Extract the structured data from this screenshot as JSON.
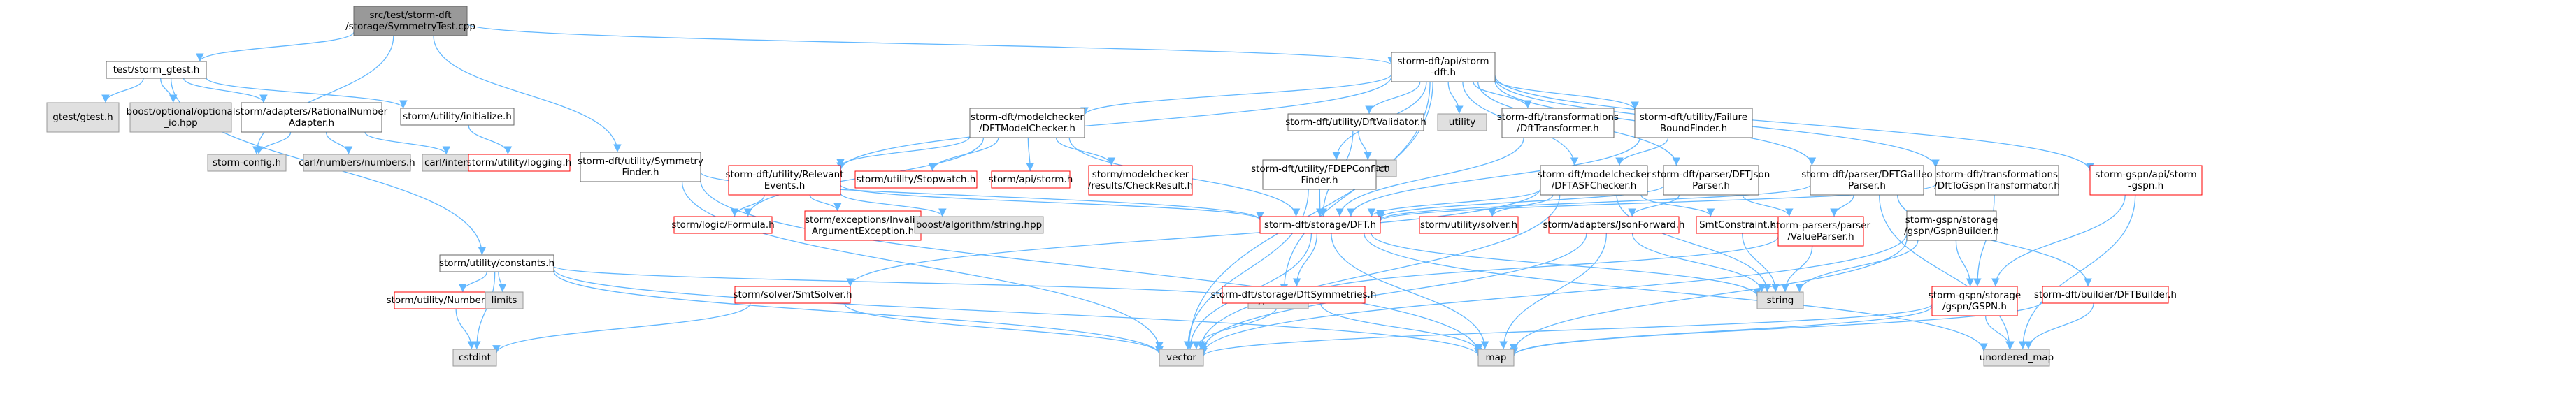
{
  "graph": {
    "colors": {
      "root_fill": "#999999",
      "box_fill": "#ffffff",
      "box_stroke": "#666666",
      "ext_fill": "#e0e0e0",
      "ext_stroke": "#999999",
      "missing_stroke": "#ff0000",
      "edge": "#63b8ff"
    },
    "nodes": [
      {
        "id": "n0",
        "kind": "root",
        "lines": [
          "src/test/storm-dft",
          "/storage/SymmetryTest.cpp"
        ]
      },
      {
        "id": "n1",
        "kind": "box",
        "lines": [
          "test/storm_gtest.h"
        ]
      },
      {
        "id": "n2",
        "kind": "ext",
        "lines": [
          "gtest/gtest.h"
        ]
      },
      {
        "id": "n3",
        "kind": "ext",
        "lines": [
          "boost/optional/optional",
          "_io.hpp"
        ]
      },
      {
        "id": "n4",
        "kind": "box",
        "lines": [
          "storm/adapters/RationalNumber",
          "Adapter.h"
        ]
      },
      {
        "id": "n5",
        "kind": "ext",
        "lines": [
          "storm-config.h"
        ]
      },
      {
        "id": "n6",
        "kind": "ext",
        "lines": [
          "carl/numbers/numbers.h"
        ]
      },
      {
        "id": "n7",
        "kind": "ext",
        "lines": [
          "carl/interval/Interval.h"
        ]
      },
      {
        "id": "n8",
        "kind": "box",
        "lines": [
          "storm/utility/initialize.h"
        ]
      },
      {
        "id": "n9",
        "kind": "missing",
        "lines": [
          "storm/utility/logging.h"
        ]
      },
      {
        "id": "n10",
        "kind": "box",
        "lines": [
          "storm/utility/constants.h"
        ]
      },
      {
        "id": "n11",
        "kind": "missing",
        "lines": [
          "storm/utility/NumberTraits.h"
        ]
      },
      {
        "id": "n12",
        "kind": "ext",
        "lines": [
          "limits"
        ]
      },
      {
        "id": "n13",
        "kind": "ext",
        "lines": [
          "cstdint"
        ]
      },
      {
        "id": "n14",
        "kind": "ext",
        "lines": [
          "vector"
        ]
      },
      {
        "id": "n15",
        "kind": "ext",
        "lines": [
          "map"
        ]
      },
      {
        "id": "n16",
        "kind": "ext",
        "lines": [
          "type_traits"
        ]
      },
      {
        "id": "n17",
        "kind": "box",
        "lines": [
          "storm-dft/utility/Symmetry",
          "Finder.h"
        ]
      },
      {
        "id": "n18",
        "kind": "box",
        "lines": [
          "storm-dft/api/storm",
          "-dft.h"
        ]
      },
      {
        "id": "n19",
        "kind": "box",
        "lines": [
          "storm-dft/modelchecker",
          "/DFTModelChecker.h"
        ]
      },
      {
        "id": "n20",
        "kind": "missing",
        "lines": [
          "storm-dft/utility/Relevant",
          "Events.h"
        ]
      },
      {
        "id": "n21",
        "kind": "missing",
        "lines": [
          "storm/utility/Stopwatch.h"
        ]
      },
      {
        "id": "n22",
        "kind": "missing",
        "lines": [
          "storm/api/storm.h"
        ]
      },
      {
        "id": "n23",
        "kind": "missing",
        "lines": [
          "storm/modelchecker",
          "/results/CheckResult.h"
        ]
      },
      {
        "id": "n24",
        "kind": "box",
        "lines": [
          "storm-dft/utility/DftValidator.h"
        ]
      },
      {
        "id": "n25",
        "kind": "ext",
        "lines": [
          "ostream"
        ]
      },
      {
        "id": "n26",
        "kind": "ext",
        "lines": [
          "utility"
        ]
      },
      {
        "id": "n27",
        "kind": "box",
        "lines": [
          "storm-dft/transformations",
          "/DftTransformer.h"
        ]
      },
      {
        "id": "n28",
        "kind": "box",
        "lines": [
          "storm-dft/utility/Failure",
          "BoundFinder.h"
        ]
      },
      {
        "id": "n29",
        "kind": "box",
        "lines": [
          "storm-dft/utility/FDEPConflict",
          "Finder.h"
        ]
      },
      {
        "id": "n30",
        "kind": "box",
        "lines": [
          "storm-dft/modelchecker",
          "/DFTASFChecker.h"
        ]
      },
      {
        "id": "n31",
        "kind": "box",
        "lines": [
          "storm-dft/parser/DFTJson",
          "Parser.h"
        ]
      },
      {
        "id": "n32",
        "kind": "box",
        "lines": [
          "storm-dft/parser/DFTGalileo",
          "Parser.h"
        ]
      },
      {
        "id": "n33",
        "kind": "box",
        "lines": [
          "storm-dft/transformations",
          "/DftToGspnTransformator.h"
        ]
      },
      {
        "id": "n34",
        "kind": "missing",
        "lines": [
          "storm-gspn/api/storm",
          "-gspn.h"
        ]
      },
      {
        "id": "n35",
        "kind": "missing",
        "lines": [
          "storm/logic/Formula.h"
        ]
      },
      {
        "id": "n36",
        "kind": "missing",
        "lines": [
          "storm/exceptions/Invalid",
          "ArgumentException.h"
        ]
      },
      {
        "id": "n37",
        "kind": "ext",
        "lines": [
          "boost/algorithm/string.hpp"
        ]
      },
      {
        "id": "n38",
        "kind": "missing",
        "lines": [
          "storm-dft/storage/DFT.h"
        ]
      },
      {
        "id": "n39",
        "kind": "missing",
        "lines": [
          "storm/utility/solver.h"
        ]
      },
      {
        "id": "n40",
        "kind": "missing",
        "lines": [
          "storm/adapters/JsonForward.h"
        ]
      },
      {
        "id": "n41",
        "kind": "missing",
        "lines": [
          "SmtConstraint.h"
        ]
      },
      {
        "id": "n42",
        "kind": "missing",
        "lines": [
          "storm-parsers/parser",
          "/ValueParser.h"
        ]
      },
      {
        "id": "n43",
        "kind": "box",
        "lines": [
          "storm-gspn/storage",
          "/gspn/GspnBuilder.h"
        ]
      },
      {
        "id": "n44",
        "kind": "missing",
        "lines": [
          "storm/solver/SmtSolver.h"
        ]
      },
      {
        "id": "n45",
        "kind": "missing",
        "lines": [
          "storm-dft/storage/DftSymmetries.h"
        ]
      },
      {
        "id": "n46",
        "kind": "ext",
        "lines": [
          "string"
        ]
      },
      {
        "id": "n47",
        "kind": "missing",
        "lines": [
          "storm-gspn/storage",
          "/gspn/GSPN.h"
        ]
      },
      {
        "id": "n48",
        "kind": "missing",
        "lines": [
          "storm-dft/builder/DFTBuilder.h"
        ]
      },
      {
        "id": "n49",
        "kind": "ext",
        "lines": [
          "unordered_map"
        ]
      }
    ],
    "edges": [
      [
        "n0",
        "n1"
      ],
      [
        "n0",
        "n5"
      ],
      [
        "n0",
        "n17"
      ],
      [
        "n0",
        "n18"
      ],
      [
        "n1",
        "n2"
      ],
      [
        "n1",
        "n3"
      ],
      [
        "n1",
        "n4"
      ],
      [
        "n1",
        "n8"
      ],
      [
        "n1",
        "n10"
      ],
      [
        "n4",
        "n5"
      ],
      [
        "n4",
        "n6"
      ],
      [
        "n4",
        "n7"
      ],
      [
        "n8",
        "n9"
      ],
      [
        "n10",
        "n11"
      ],
      [
        "n10",
        "n12"
      ],
      [
        "n10",
        "n13"
      ],
      [
        "n10",
        "n14"
      ],
      [
        "n10",
        "n15"
      ],
      [
        "n10",
        "n16"
      ],
      [
        "n11",
        "n13"
      ],
      [
        "n17",
        "n38"
      ],
      [
        "n17",
        "n14"
      ],
      [
        "n17",
        "n15"
      ],
      [
        "n18",
        "n19"
      ],
      [
        "n18",
        "n20"
      ],
      [
        "n18",
        "n24"
      ],
      [
        "n18",
        "n26"
      ],
      [
        "n18",
        "n27"
      ],
      [
        "n18",
        "n28"
      ],
      [
        "n18",
        "n29"
      ],
      [
        "n18",
        "n30"
      ],
      [
        "n18",
        "n31"
      ],
      [
        "n18",
        "n32"
      ],
      [
        "n18",
        "n33"
      ],
      [
        "n18",
        "n34"
      ],
      [
        "n18",
        "n14"
      ],
      [
        "n18",
        "n16"
      ],
      [
        "n19",
        "n20"
      ],
      [
        "n19",
        "n21"
      ],
      [
        "n19",
        "n22"
      ],
      [
        "n19",
        "n23"
      ],
      [
        "n19",
        "n35"
      ],
      [
        "n19",
        "n38"
      ],
      [
        "n20",
        "n35"
      ],
      [
        "n20",
        "n36"
      ],
      [
        "n20",
        "n37"
      ],
      [
        "n20",
        "n38"
      ],
      [
        "n24",
        "n25"
      ],
      [
        "n24",
        "n38"
      ],
      [
        "n27",
        "n38"
      ],
      [
        "n28",
        "n38"
      ],
      [
        "n28",
        "n30"
      ],
      [
        "n29",
        "n38"
      ],
      [
        "n29",
        "n14"
      ],
      [
        "n30",
        "n38"
      ],
      [
        "n30",
        "n39"
      ],
      [
        "n30",
        "n41"
      ],
      [
        "n30",
        "n44"
      ],
      [
        "n30",
        "n46"
      ],
      [
        "n30",
        "n14"
      ],
      [
        "n31",
        "n38"
      ],
      [
        "n31",
        "n40"
      ],
      [
        "n31",
        "n42"
      ],
      [
        "n32",
        "n38"
      ],
      [
        "n32",
        "n42"
      ],
      [
        "n32",
        "n48"
      ],
      [
        "n32",
        "n49"
      ],
      [
        "n33",
        "n38"
      ],
      [
        "n33",
        "n47"
      ],
      [
        "n34",
        "n47"
      ],
      [
        "n34",
        "n49"
      ],
      [
        "n38",
        "n45"
      ],
      [
        "n38",
        "n14"
      ],
      [
        "n38",
        "n15"
      ],
      [
        "n38",
        "n46"
      ],
      [
        "n38",
        "n49"
      ],
      [
        "n40",
        "n14"
      ],
      [
        "n40",
        "n15"
      ],
      [
        "n40",
        "n46"
      ],
      [
        "n41",
        "n46"
      ],
      [
        "n42",
        "n46"
      ],
      [
        "n42",
        "n16"
      ],
      [
        "n43",
        "n47"
      ],
      [
        "n43",
        "n46"
      ],
      [
        "n43",
        "n14"
      ],
      [
        "n43",
        "n15"
      ],
      [
        "n44",
        "n14"
      ],
      [
        "n44",
        "n13"
      ],
      [
        "n45",
        "n14"
      ],
      [
        "n45",
        "n15"
      ],
      [
        "n47",
        "n14"
      ],
      [
        "n47",
        "n15"
      ],
      [
        "n47",
        "n49"
      ],
      [
        "n48",
        "n15"
      ],
      [
        "n48",
        "n49"
      ]
    ]
  }
}
